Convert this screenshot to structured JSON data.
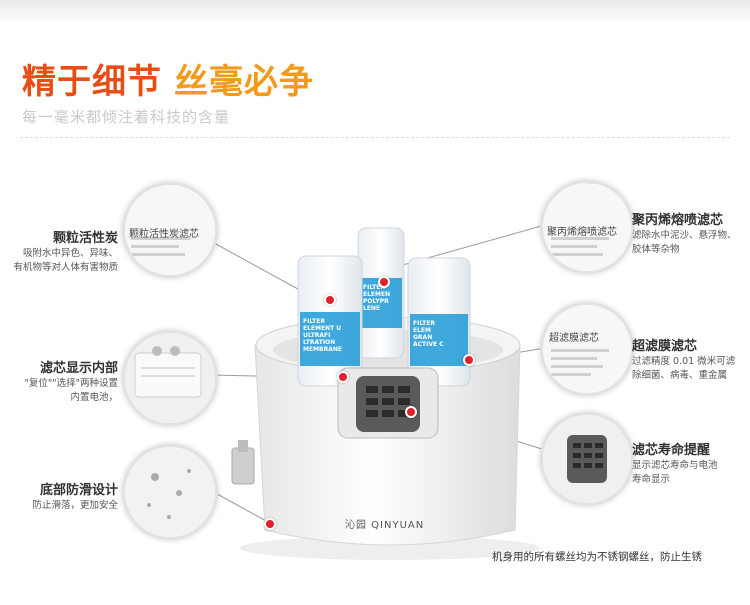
{
  "header": {
    "title_part1": "精于细节",
    "title_part2": "丝毫必争",
    "subtitle": "每一毫米都倾注着科技的含量"
  },
  "callouts": {
    "carbon": {
      "title": "颗粒活性炭",
      "desc_line1": "吸附水中异色、异味、",
      "desc_line2": "有机物等对人体有害物质"
    },
    "display": {
      "title": "滤芯显示内部",
      "desc_line1": "\"复位\"\"选择\"两种设置",
      "desc_line2": "内置电池，"
    },
    "base": {
      "title": "底部防滑设计",
      "desc_line1": "防止滑落，更加安全"
    },
    "pp": {
      "title": "聚丙烯熔喷滤芯",
      "desc_line1": "滤除水中泥沙、悬浮物、",
      "desc_line2": "胶体等杂物"
    },
    "uf": {
      "title": "超滤膜滤芯",
      "desc_line1": "过滤精度 0.01 微米可滤",
      "desc_line2": "除细菌、病毒、重金属"
    },
    "life": {
      "title": "滤芯寿命提醒",
      "desc_line1": "显示滤芯寿命与电池",
      "desc_line2": "寿命显示"
    }
  },
  "bubbles": {
    "carbon_label": "颗粒活性炭滤芯",
    "pp_label": "聚丙烯熔喷滤芯",
    "uf_label": "超滤膜滤芯"
  },
  "product": {
    "brand": "沁园 QINYUAN",
    "cartridge_left": [
      "FILTER",
      "ELEMENT U",
      "ULTRAFI",
      "LTRATION",
      "MEMBRANE"
    ],
    "cartridge_mid": [
      "FILTER",
      "ELEMEN",
      "POLYPR",
      "LENE"
    ],
    "cartridge_right": [
      "FILTER",
      "ELEM",
      "GRAN",
      "ACTIVE C"
    ]
  },
  "footer": {
    "note": "机身用的所有螺丝均为不锈钢螺丝，防止生锈"
  },
  "colors": {
    "title_red": "#e84d16",
    "title_orange": "#f39a1b",
    "marker_red": "#e0202a",
    "label_blue": "#1e9ad6"
  }
}
